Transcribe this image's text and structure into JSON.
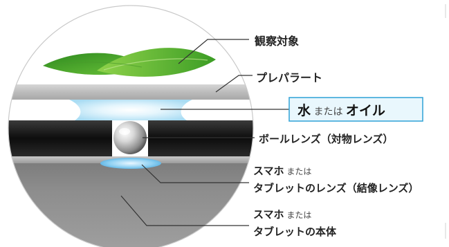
{
  "labels": {
    "observation_target": "観察対象",
    "slide_glass": "プレパラート",
    "water_word": "水",
    "water_or": " または ",
    "oil_word": "オイル",
    "ball_lens": "ボールレンズ（対物レンズ）",
    "phone_lens_line1_bold": "スマホ",
    "phone_lens_line1_rest": " または",
    "phone_lens_line2": "タブレットのレンズ（結像レンズ）",
    "phone_body_line1_bold": "スマホ",
    "phone_body_line1_rest": " または",
    "phone_body_line2": "タブレットの本体"
  },
  "colors": {
    "leaf_green": "#5bb531",
    "water_blue": "#bfe6f7",
    "highlight_border": "#3aa7d9",
    "highlight_fill": "#e9f7fd",
    "lens_blue": "#7ec8ef"
  },
  "icons": {
    "leaf": "leaf-icon",
    "ball_lens": "ball-lens-icon"
  }
}
